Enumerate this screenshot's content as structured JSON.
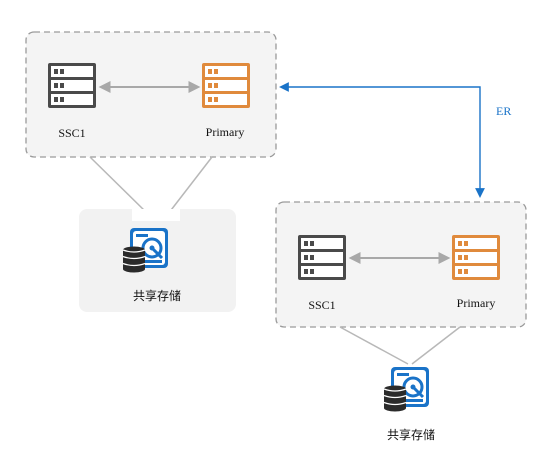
{
  "colors": {
    "group_border": "#9a9a9a",
    "group_fill": "#f4f4f4",
    "storage_panel_fill": "#f2f2f2",
    "ssc_server": "#4a4a4a",
    "primary_server": "#e08a3c",
    "link_gray": "#b0b0b0",
    "er_link": "#1a73c8",
    "storage_icon": "#1a73c8"
  },
  "clusters": [
    {
      "ssc_label": "SSC1",
      "primary_label": "Primary",
      "storage_label": "共享存储",
      "ssc_icon": "server-rack-icon",
      "primary_icon": "server-rack-icon",
      "storage_icon": "shared-storage-icon"
    },
    {
      "ssc_label": "SSC1",
      "primary_label": "Primary",
      "storage_label": "共享存储",
      "ssc_icon": "server-rack-icon",
      "primary_icon": "server-rack-icon",
      "storage_icon": "shared-storage-icon"
    }
  ],
  "er_link": {
    "label": "ER"
  }
}
